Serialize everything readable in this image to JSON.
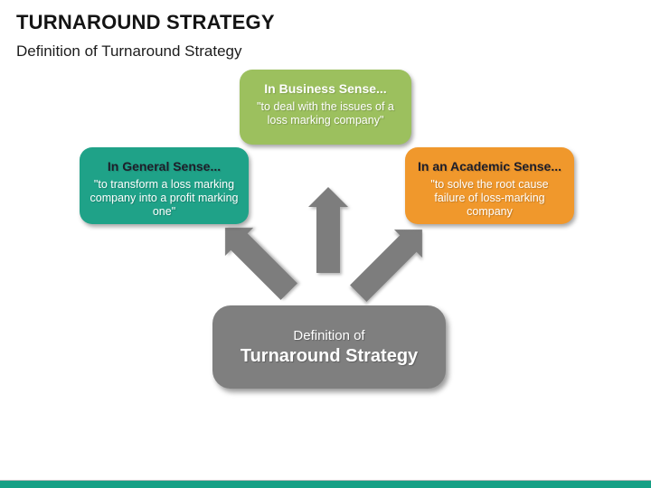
{
  "slide": {
    "title": "TURNAROUND STRATEGY",
    "subtitle": "Definition of Turnaround Strategy"
  },
  "diagram": {
    "boxes": [
      {
        "id": "business-sense",
        "title": "In Business Sense...",
        "body": "\"to deal with the issues of a loss marking company\"",
        "color": "#9CC05E",
        "title_color": "#FFFFFF",
        "body_color": "#FFFFFF"
      },
      {
        "id": "general-sense",
        "title": "In General Sense...",
        "body": "\"to transform a loss marking company into a profit marking one\"",
        "color": "#1FA288",
        "title_color": "#1E1E2A",
        "body_color": "#FFFFFF"
      },
      {
        "id": "academic-sense",
        "title": "In an Academic Sense...",
        "body": "\"to solve the root cause failure of loss-marking company",
        "color": "#F0982C",
        "title_color": "#1E1E2A",
        "body_color": "#FFFFFF"
      }
    ],
    "center_box": {
      "line1": "Definition of",
      "line2": "Turnaround Strategy",
      "color": "#7F7F7F",
      "text_color": "#FFFFFF"
    },
    "arrow_color": "#7D7D7D"
  },
  "footer": {
    "bar_color": "#16A085"
  }
}
